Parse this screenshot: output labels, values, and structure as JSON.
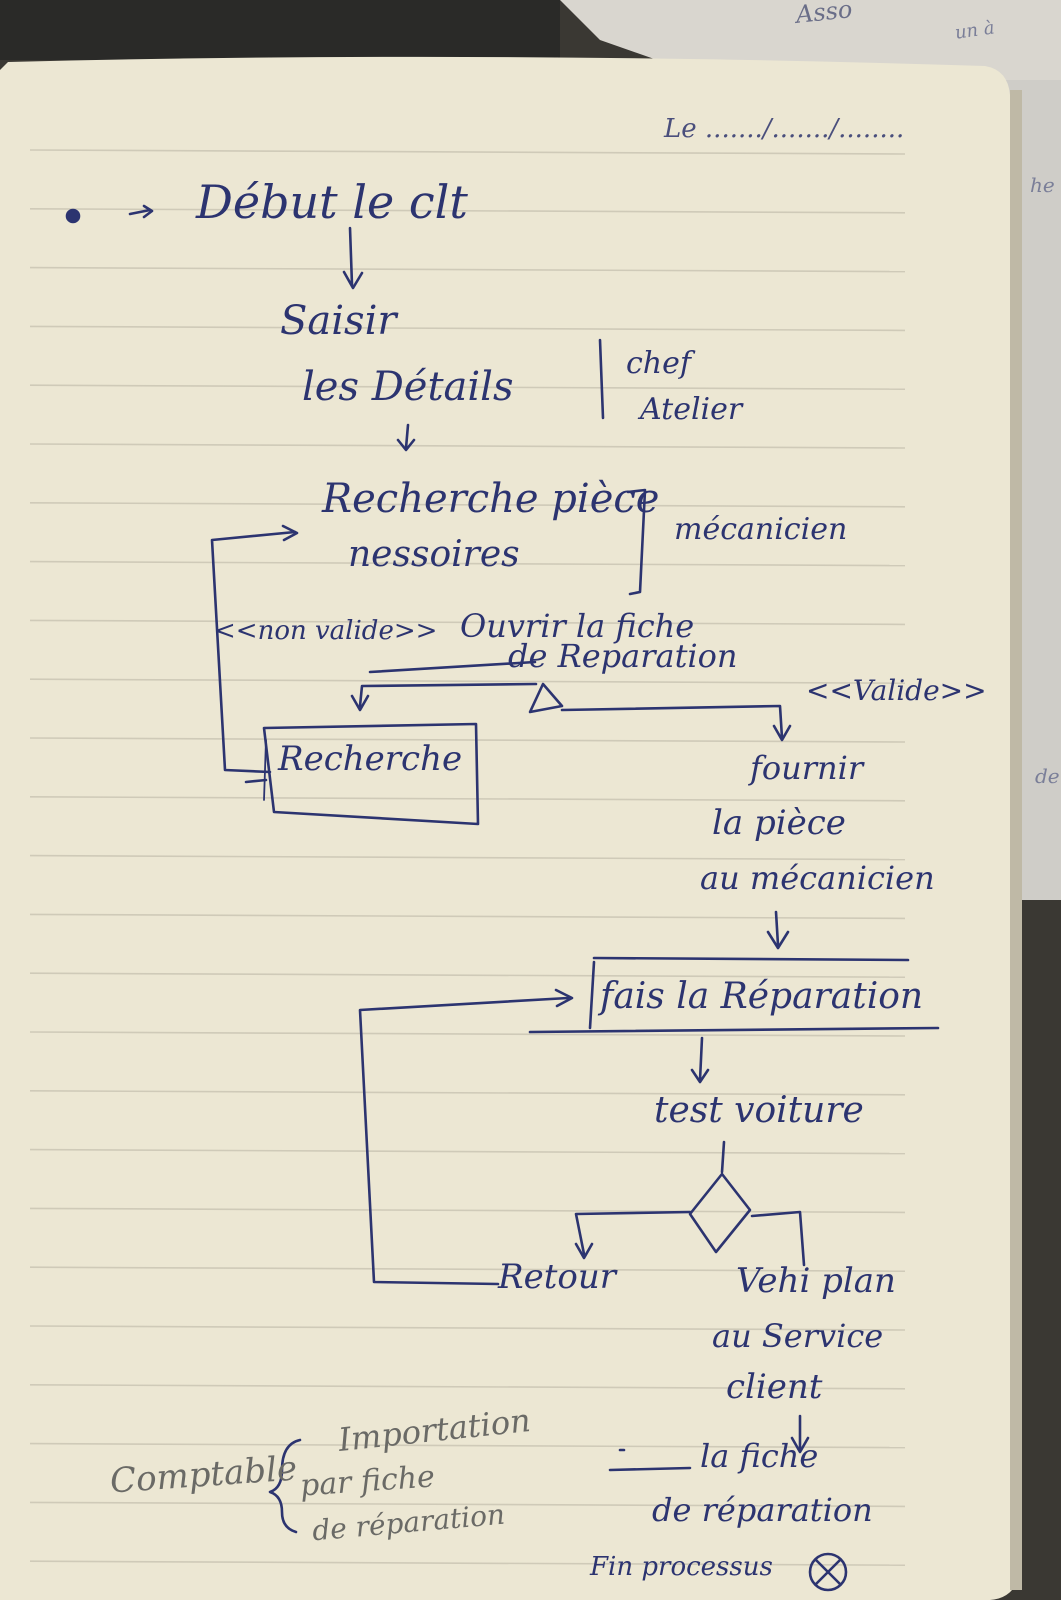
{
  "page": {
    "date_field": "Le ......./......./........",
    "paper_color": "#ece7d3",
    "ink_color": "#2c3470",
    "rule_color": "#cfcab8"
  },
  "background_corner": {
    "text_top": "Asso",
    "text_top_2": "un à",
    "right_fragments": [
      "he",
      "de"
    ]
  },
  "diagram": {
    "start": "Début le clt",
    "saisir": [
      "Saisir",
      "les Détails"
    ],
    "chef": [
      "chef",
      "Atelier"
    ],
    "recherche": [
      "Recherche pièce",
      "nessoires"
    ],
    "mecanicien_lane": "mécanicien",
    "non_valid": "<<non valide>>",
    "ouvrir_fiche": [
      "Ouvrir la fiche",
      "de Reparation"
    ],
    "valid": "<<Valide>>",
    "recherche_box": "Recherche",
    "fournir": [
      "fournir",
      "la pièce",
      "au mécanicien"
    ],
    "fais": "fais la Réparation",
    "test": "test voiture",
    "retour": "Retour",
    "vehicule": [
      "Vehi plan",
      "au Service",
      "client"
    ],
    "comptable": "Comptable",
    "importation": [
      "Importation",
      "par fiche",
      "de réparation"
    ],
    "ferme_fiche": [
      "la fiche",
      "de réparation"
    ],
    "fin": "Fin processus"
  }
}
